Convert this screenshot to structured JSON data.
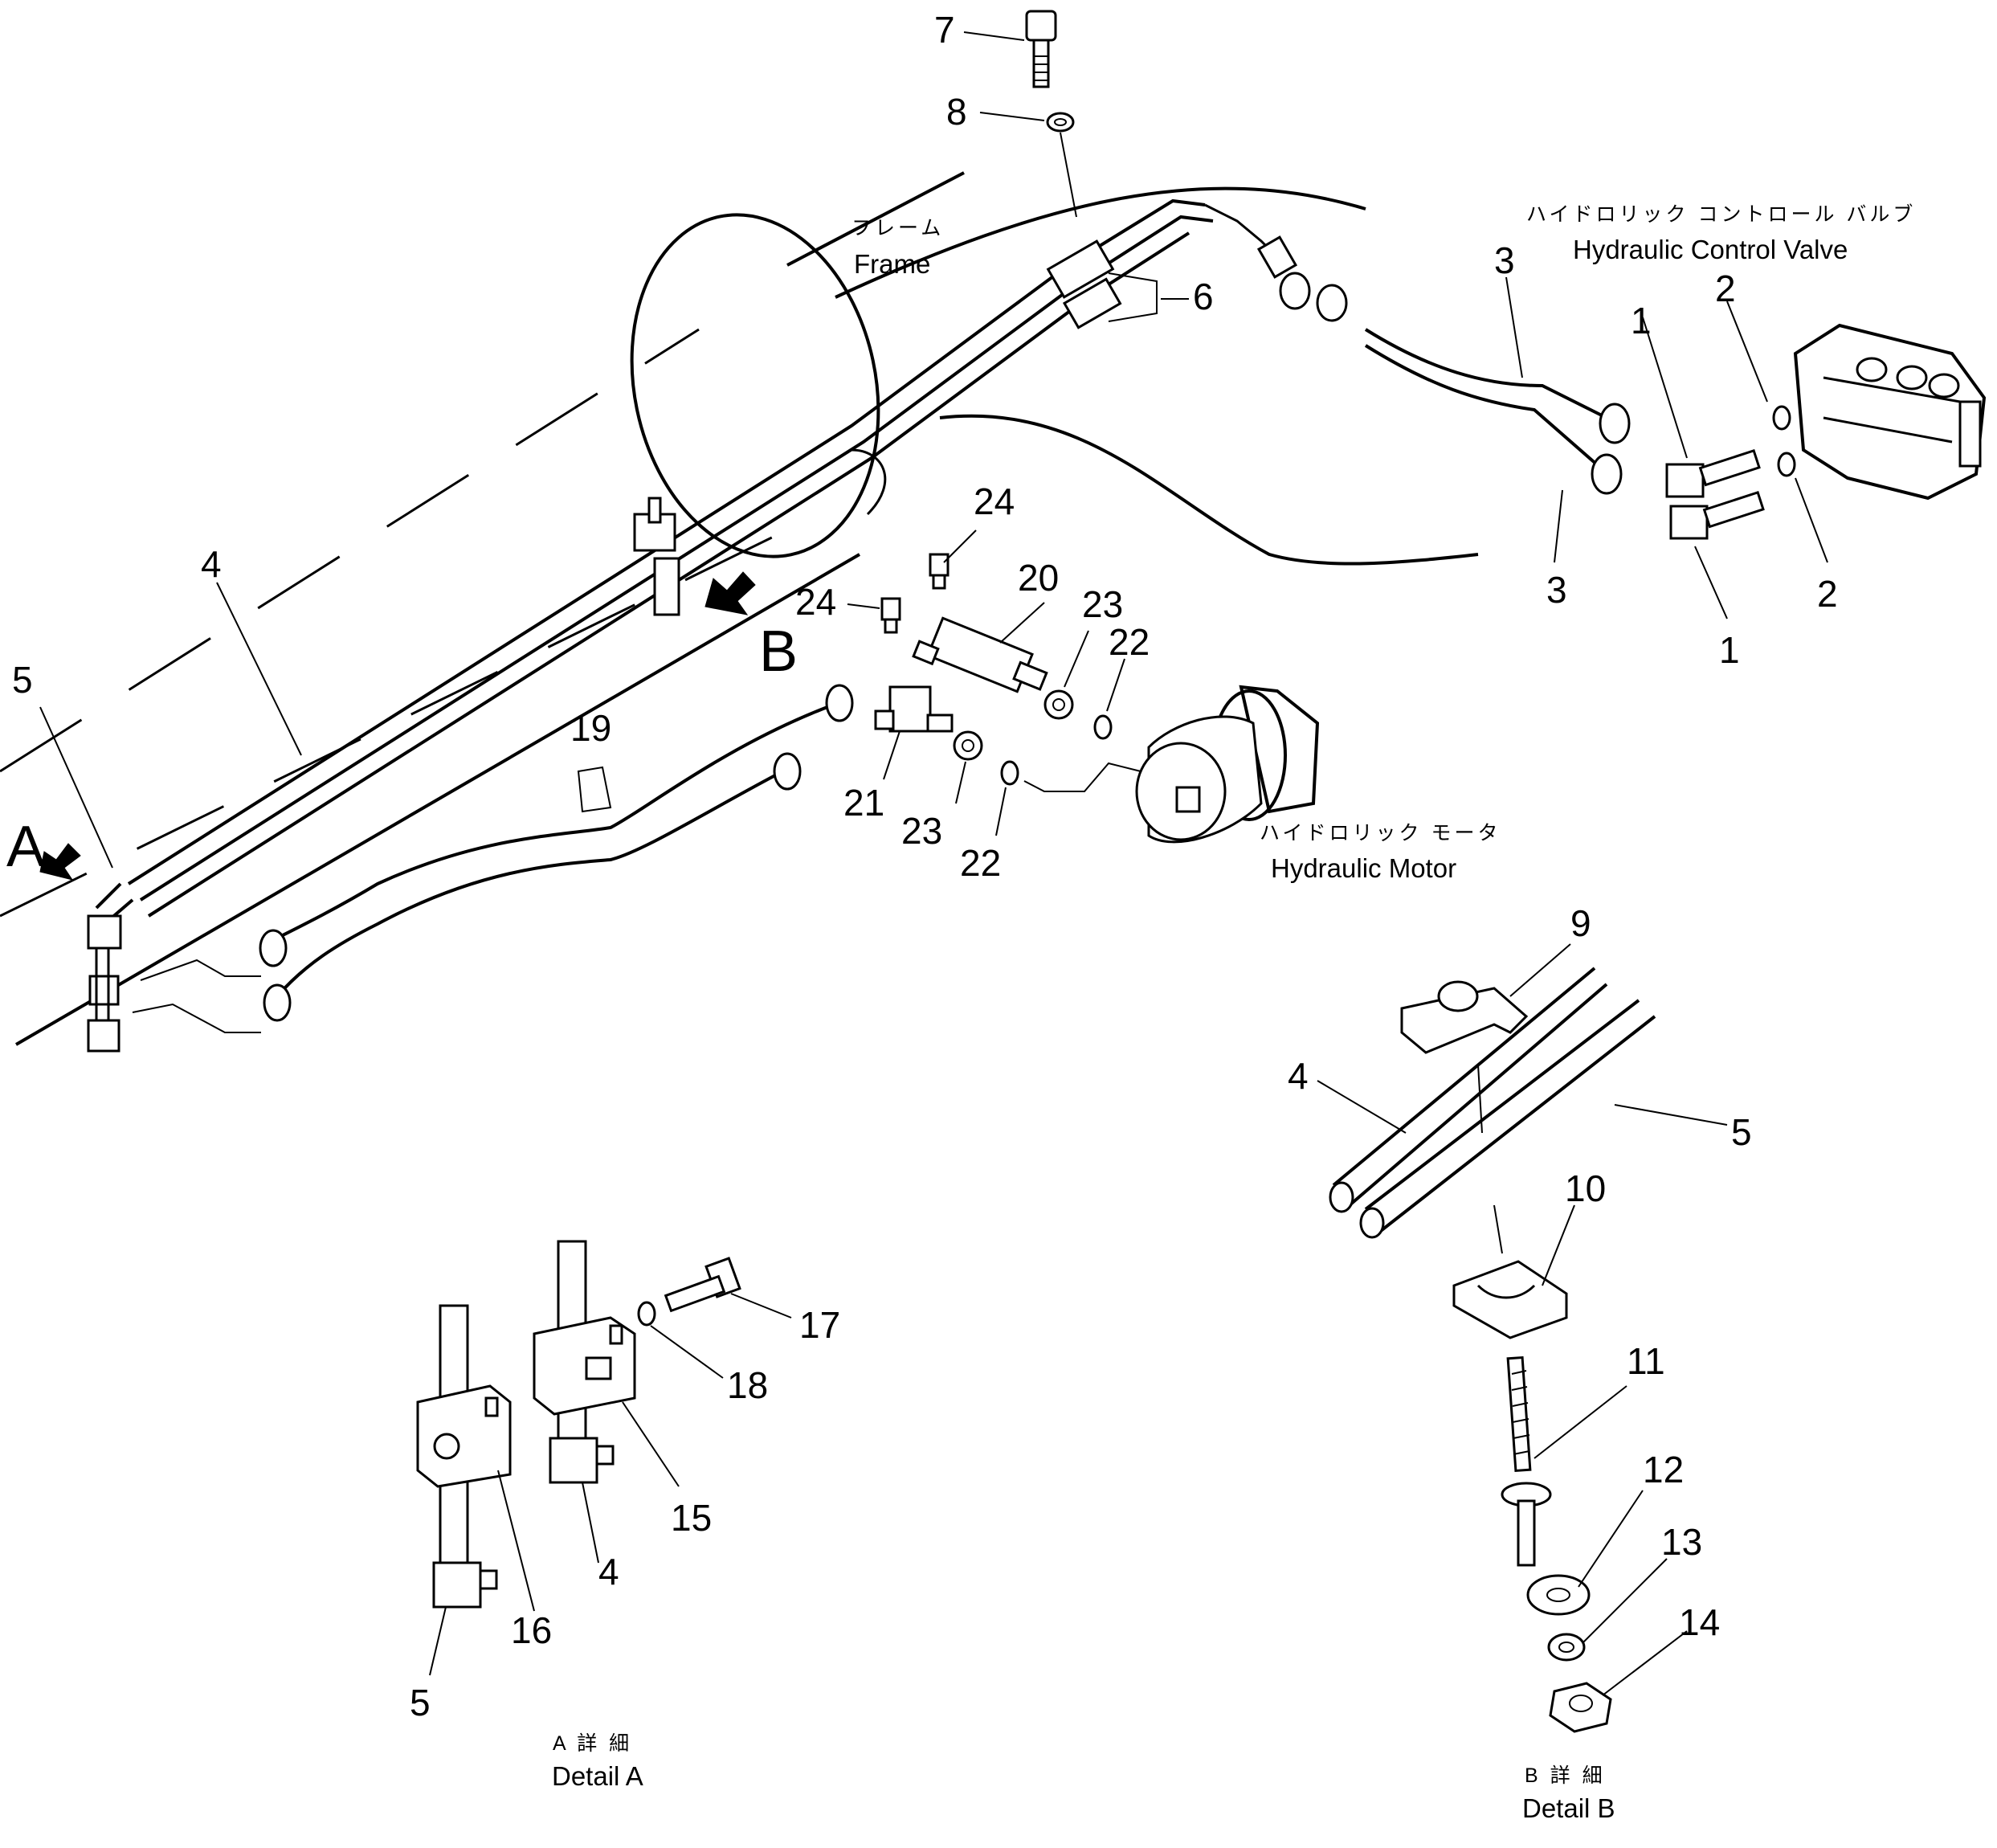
{
  "labels": {
    "frame_jp": "フレーム",
    "frame_en": "Frame",
    "valve_jp": "ハイドロリック コントロール バルブ",
    "valve_en": "Hydraulic Control Valve",
    "motor_jp": "ハイドロリック モータ",
    "motor_en": "Hydraulic Motor",
    "detail_a_jp": "A 詳 細",
    "detail_a_en": "Detail A",
    "detail_b_jp": "B 詳 細",
    "detail_b_en": "Detail B",
    "view_a": "A",
    "view_b": "B"
  },
  "callouts": {
    "c7": "7",
    "c8": "8",
    "c6": "6",
    "c3a": "3",
    "c3b": "3",
    "c1a": "1",
    "c1b": "1",
    "c2a": "2",
    "c2b": "2",
    "c4": "4",
    "c5": "5",
    "c24a": "24",
    "c24b": "24",
    "c20": "20",
    "c23a": "23",
    "c23b": "23",
    "c22a": "22",
    "c22b": "22",
    "c19": "19",
    "c21": "21",
    "c9": "9",
    "c4b": "4",
    "c5b": "5",
    "c10": "10",
    "c11": "11",
    "c12": "12",
    "c13": "13",
    "c14": "14",
    "c17": "17",
    "c18": "18",
    "c15": "15",
    "c16": "16",
    "c4c": "4",
    "c5c": "5"
  }
}
